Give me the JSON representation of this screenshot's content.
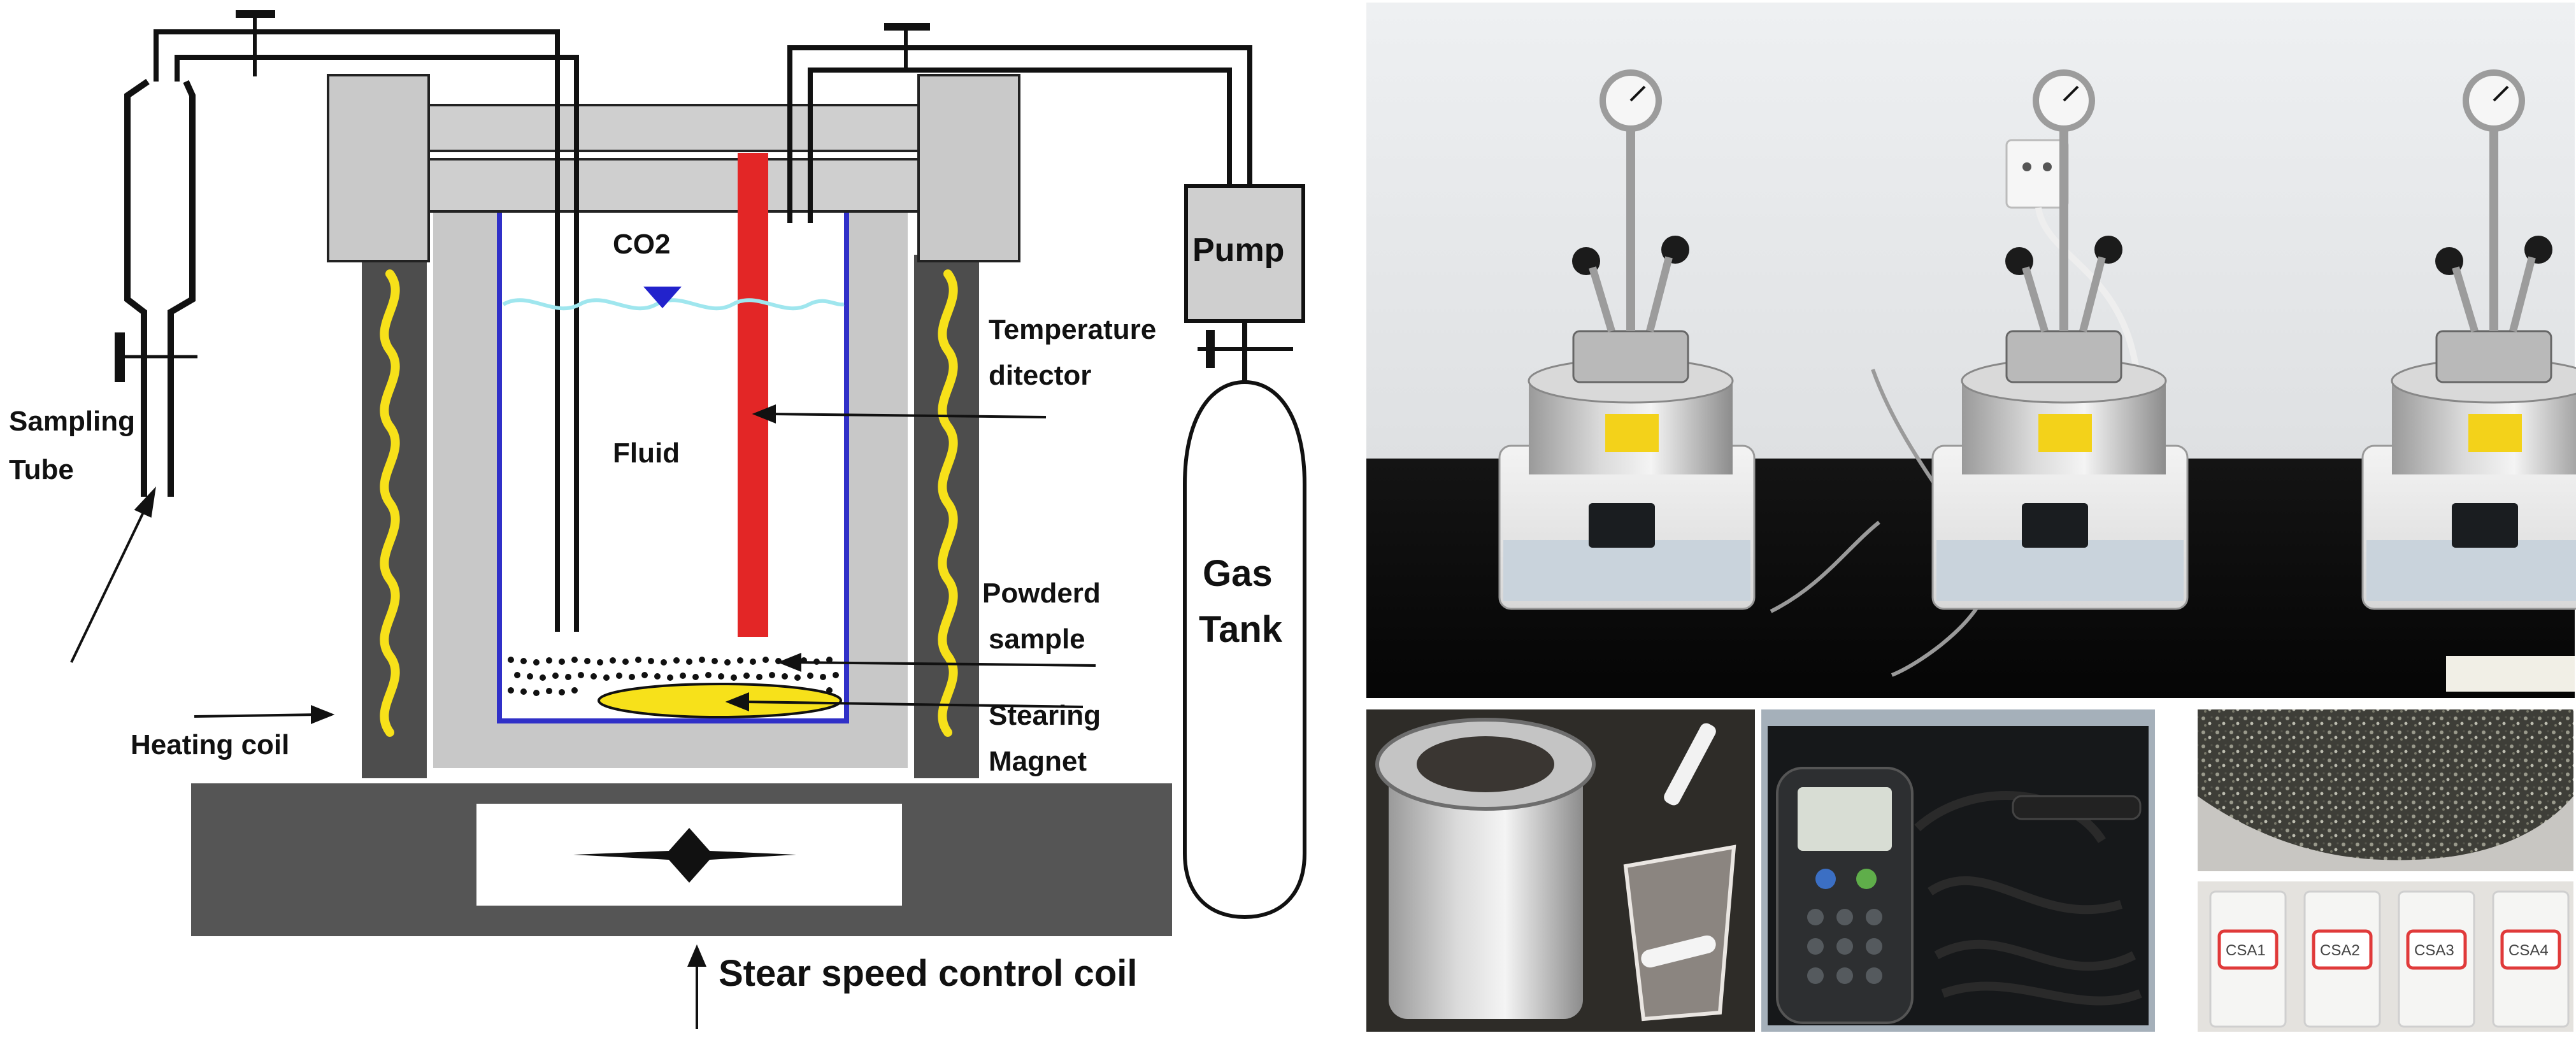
{
  "diagram": {
    "labels": {
      "co2": "CO2",
      "pump": "Pump",
      "temperature_line1": "Temperature",
      "temperature_line2": "ditector",
      "fluid": "Fluid",
      "sampling_line1": "Sampling",
      "sampling_line2": "Tube",
      "powder_line1": "Powderd",
      "powder_line2": "sample",
      "stirring_line1": "Stearing",
      "stirring_line2": "Magnet",
      "heating_coil": "Heating coil",
      "gas_line1": "Gas",
      "gas_line2": "Tank",
      "speed_coil": "Stear speed control coil"
    },
    "colors": {
      "heater_block": "#4d4d4d",
      "vessel_wall": "#c8c8c8",
      "cap_block": "#cfcfcf",
      "coil": "#f7e11a",
      "detector": "#e32626",
      "liquid_line": "#9fe6ee",
      "vessel_outline": "#3030c8",
      "base": "#555555",
      "co2_marker": "#2222cc"
    }
  },
  "photos": {
    "top": "three-reactor-setup-photo",
    "bottom": [
      "vessel-liner-photo",
      "ph-meter-kit-photo",
      "rock-sample-photo",
      "powder-sample-bags-photo"
    ],
    "bag_labels": [
      "CSA1",
      "CSA2",
      "CSA3",
      "CSA4"
    ]
  }
}
